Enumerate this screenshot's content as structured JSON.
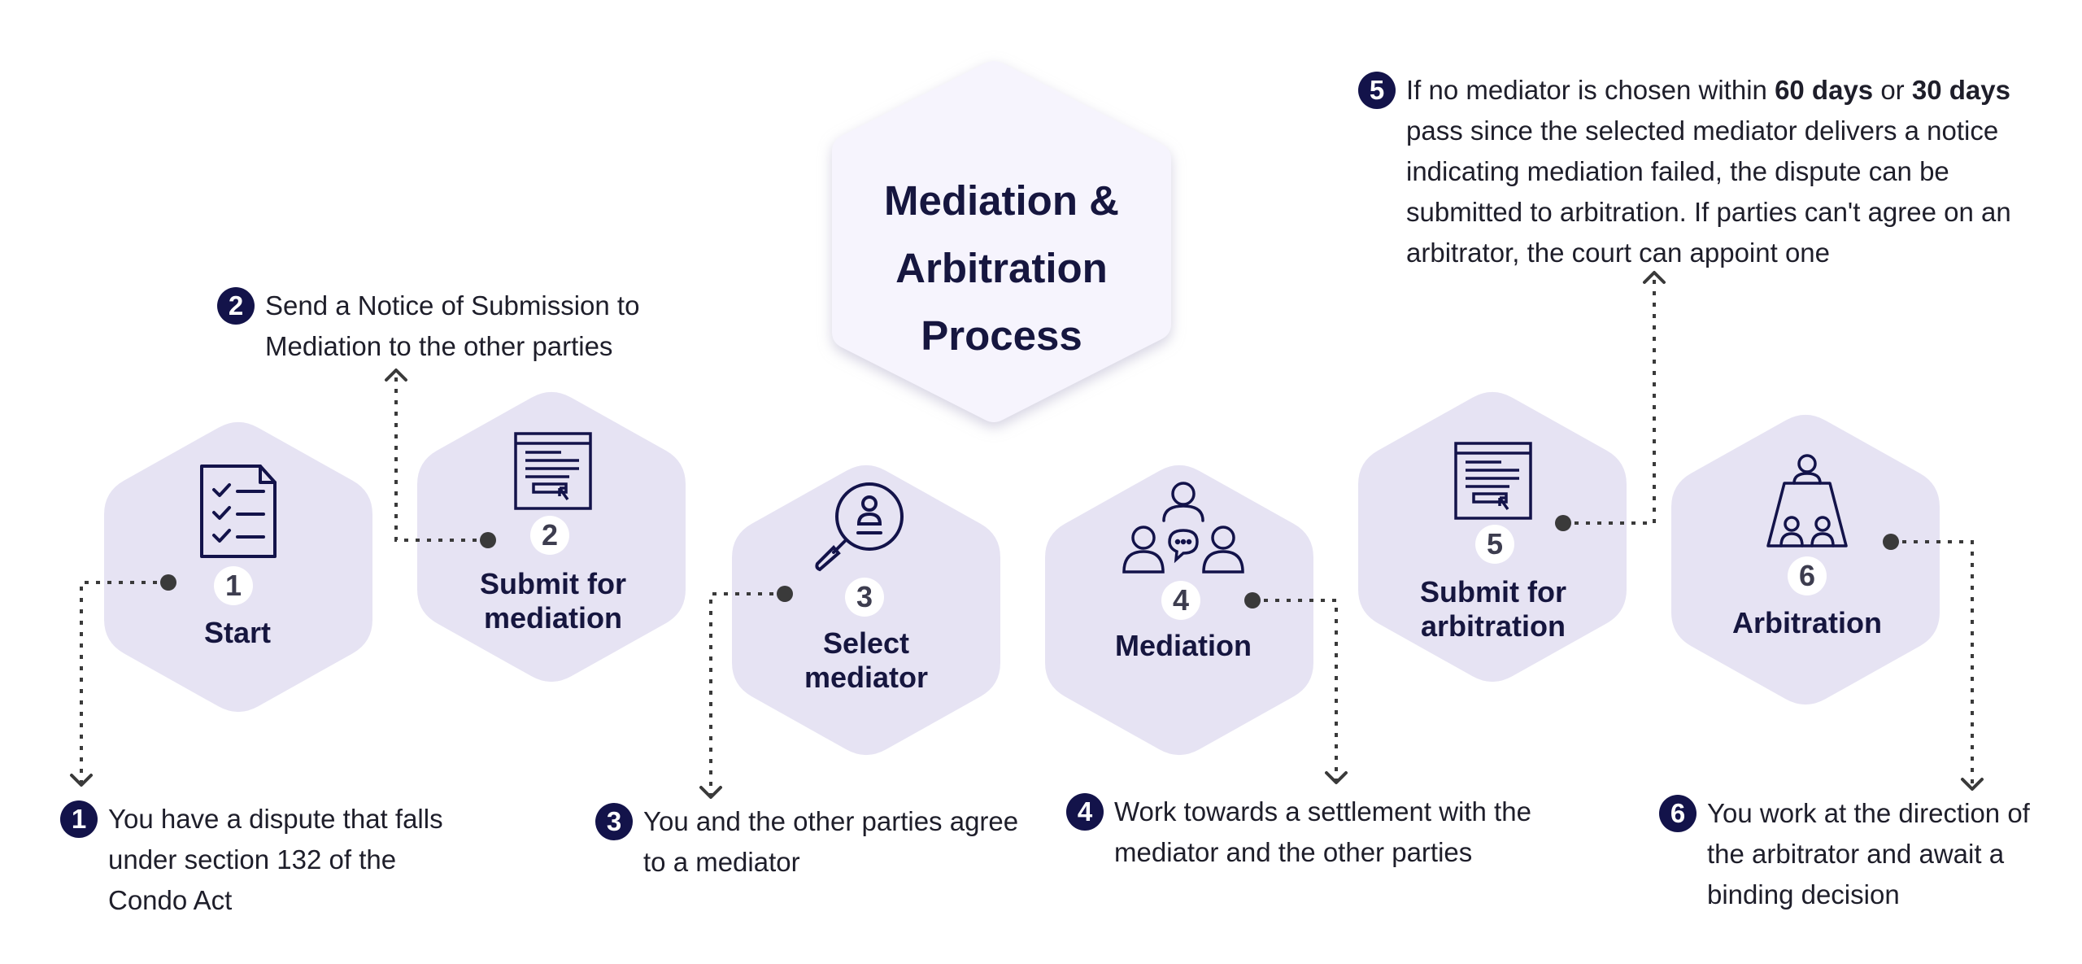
{
  "title": "Mediation & Arbitration Process",
  "title_lines": [
    "Mediation &",
    "Arbitration",
    "Process"
  ],
  "colors": {
    "hex_fill": "#e6e3f3",
    "title_hex_fill": "#f6f4fd",
    "dark_navy": "#13134a",
    "dot": "#3a3a3a"
  },
  "steps": [
    {
      "num": "1",
      "label": "Start",
      "icon": "checklist-icon"
    },
    {
      "num": "2",
      "label": "Submit for mediation",
      "icon": "web-form-icon"
    },
    {
      "num": "3",
      "label": "Select mediator",
      "icon": "magnifier-person-icon"
    },
    {
      "num": "4",
      "label": "Mediation",
      "icon": "group-chat-icon"
    },
    {
      "num": "5",
      "label": "Submit for arbitration",
      "icon": "web-form-icon"
    },
    {
      "num": "6",
      "label": "Arbitration",
      "icon": "arbitration-table-icon"
    }
  ],
  "notes": [
    {
      "num": "1",
      "text": "You have a dispute that falls under section 132 of the Condo Act"
    },
    {
      "num": "2",
      "text": "Send a Notice of Submission to Mediation to the other parties"
    },
    {
      "num": "3",
      "text": "You and the other parties agree to a mediator"
    },
    {
      "num": "4",
      "text": "Work towards a settlement with the mediator and the other parties"
    },
    {
      "num": "5",
      "text_parts": [
        "If no mediator is chosen within ",
        "60 days",
        " or ",
        "30 days",
        " pass since the selected mediator delivers a notice indicating mediation failed, the dispute can be submitted to arbitration. If parties can't agree on an arbitrator, the court can appoint one"
      ]
    },
    {
      "num": "6",
      "text": "You work at the direction of the arbitrator and await a binding decision"
    }
  ]
}
